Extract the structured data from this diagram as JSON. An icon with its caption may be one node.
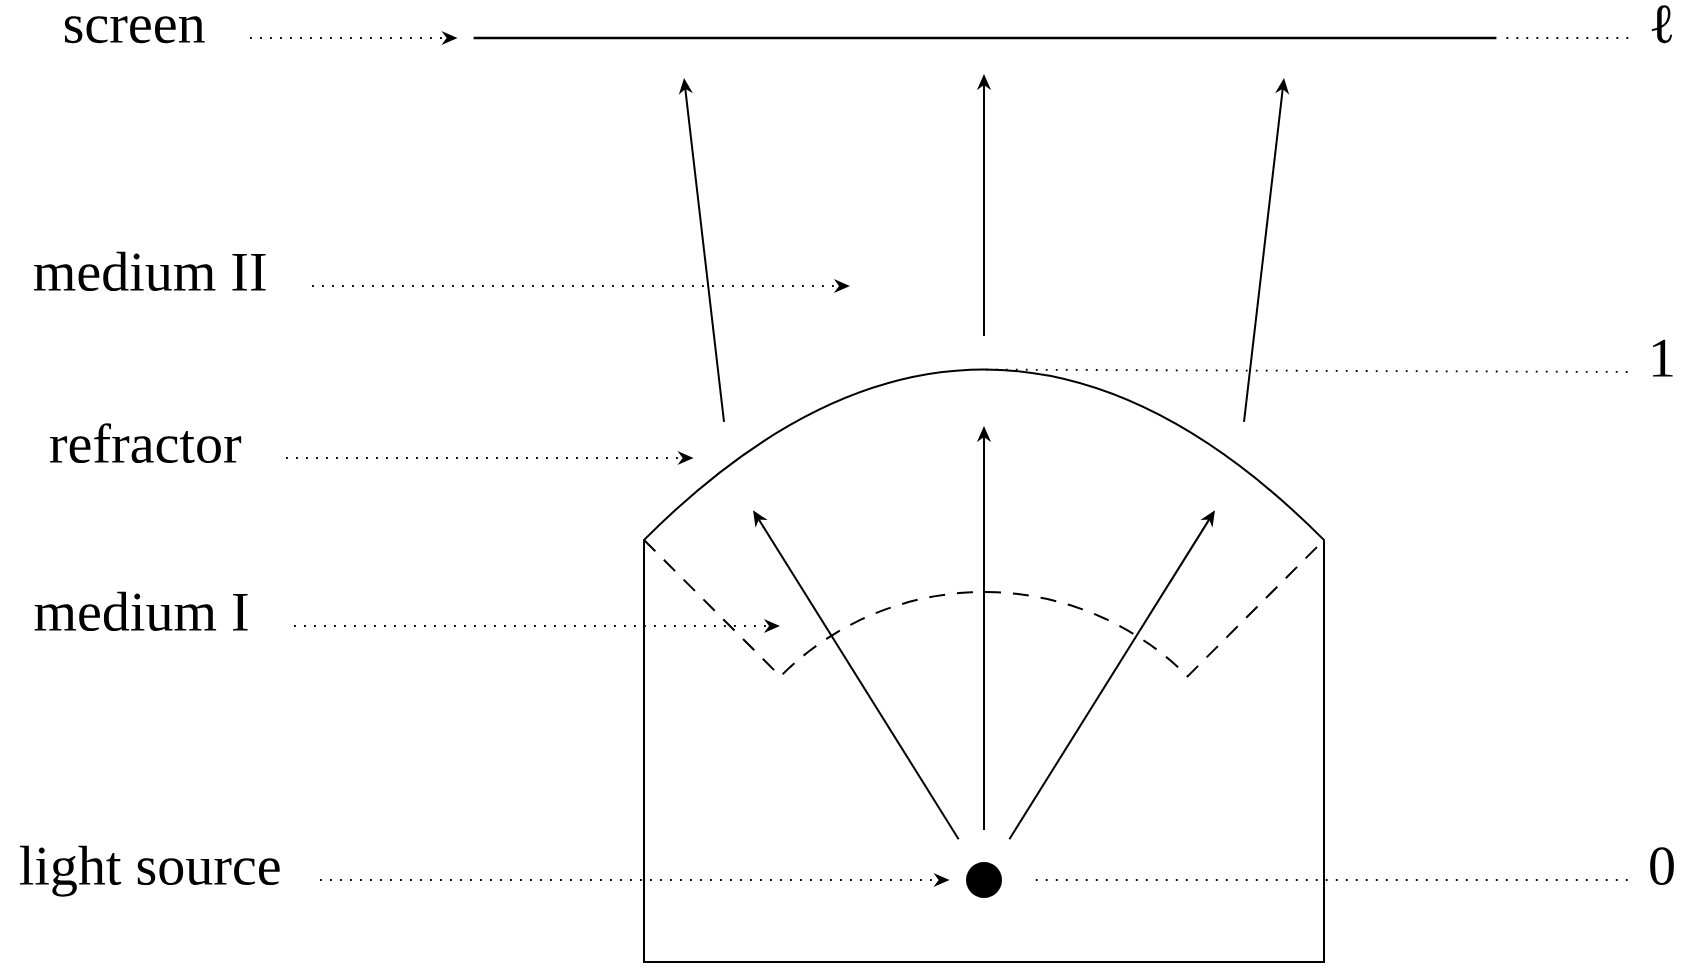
{
  "diagram": {
    "nodes": [
      {
        "text": [
          "screen"
        ]
      },
      {
        "text": [],
        "shape": "line"
      },
      {
        "text": [
          "ℓ"
        ]
      },
      {
        "text": [
          "medium II"
        ]
      },
      {
        "text": [
          "1"
        ]
      },
      {
        "text": [
          "refractor"
        ]
      },
      {
        "text": [],
        "shape": "arc"
      },
      {
        "text": [
          "medium I"
        ]
      },
      {
        "text": [
          "light source"
        ]
      },
      {
        "text": [],
        "shape": "circle"
      },
      {
        "text": [
          "0"
        ]
      }
    ],
    "edges": [
      {
        "from": 0,
        "to": 1,
        "arrow": "to",
        "style": "dashed"
      },
      {
        "from": 2,
        "to": 1,
        "arrow": "none",
        "style": "dashed"
      },
      {
        "from": 3,
        "to": null,
        "arrow": "to",
        "style": "dashed"
      },
      {
        "from": 4,
        "to": 6,
        "arrow": "none",
        "style": "dashed"
      },
      {
        "from": 5,
        "to": 6,
        "arrow": "to",
        "style": "dashed"
      },
      {
        "from": 7,
        "to": null,
        "arrow": "to",
        "style": "dashed"
      },
      {
        "from": 8,
        "to": 9,
        "arrow": "to",
        "style": "dashed"
      },
      {
        "from": 10,
        "to": 9,
        "arrow": "none",
        "style": "dashed"
      },
      {
        "from": 9,
        "to": 6,
        "arrow": "to"
      },
      {
        "from": 9,
        "to": 6,
        "arrow": "to"
      },
      {
        "from": 9,
        "to": 6,
        "arrow": "to"
      },
      {
        "from": 6,
        "to": 1,
        "arrow": "to"
      },
      {
        "from": 6,
        "to": 1,
        "arrow": "to"
      },
      {
        "from": 6,
        "to": 1,
        "arrow": "to"
      }
    ]
  }
}
